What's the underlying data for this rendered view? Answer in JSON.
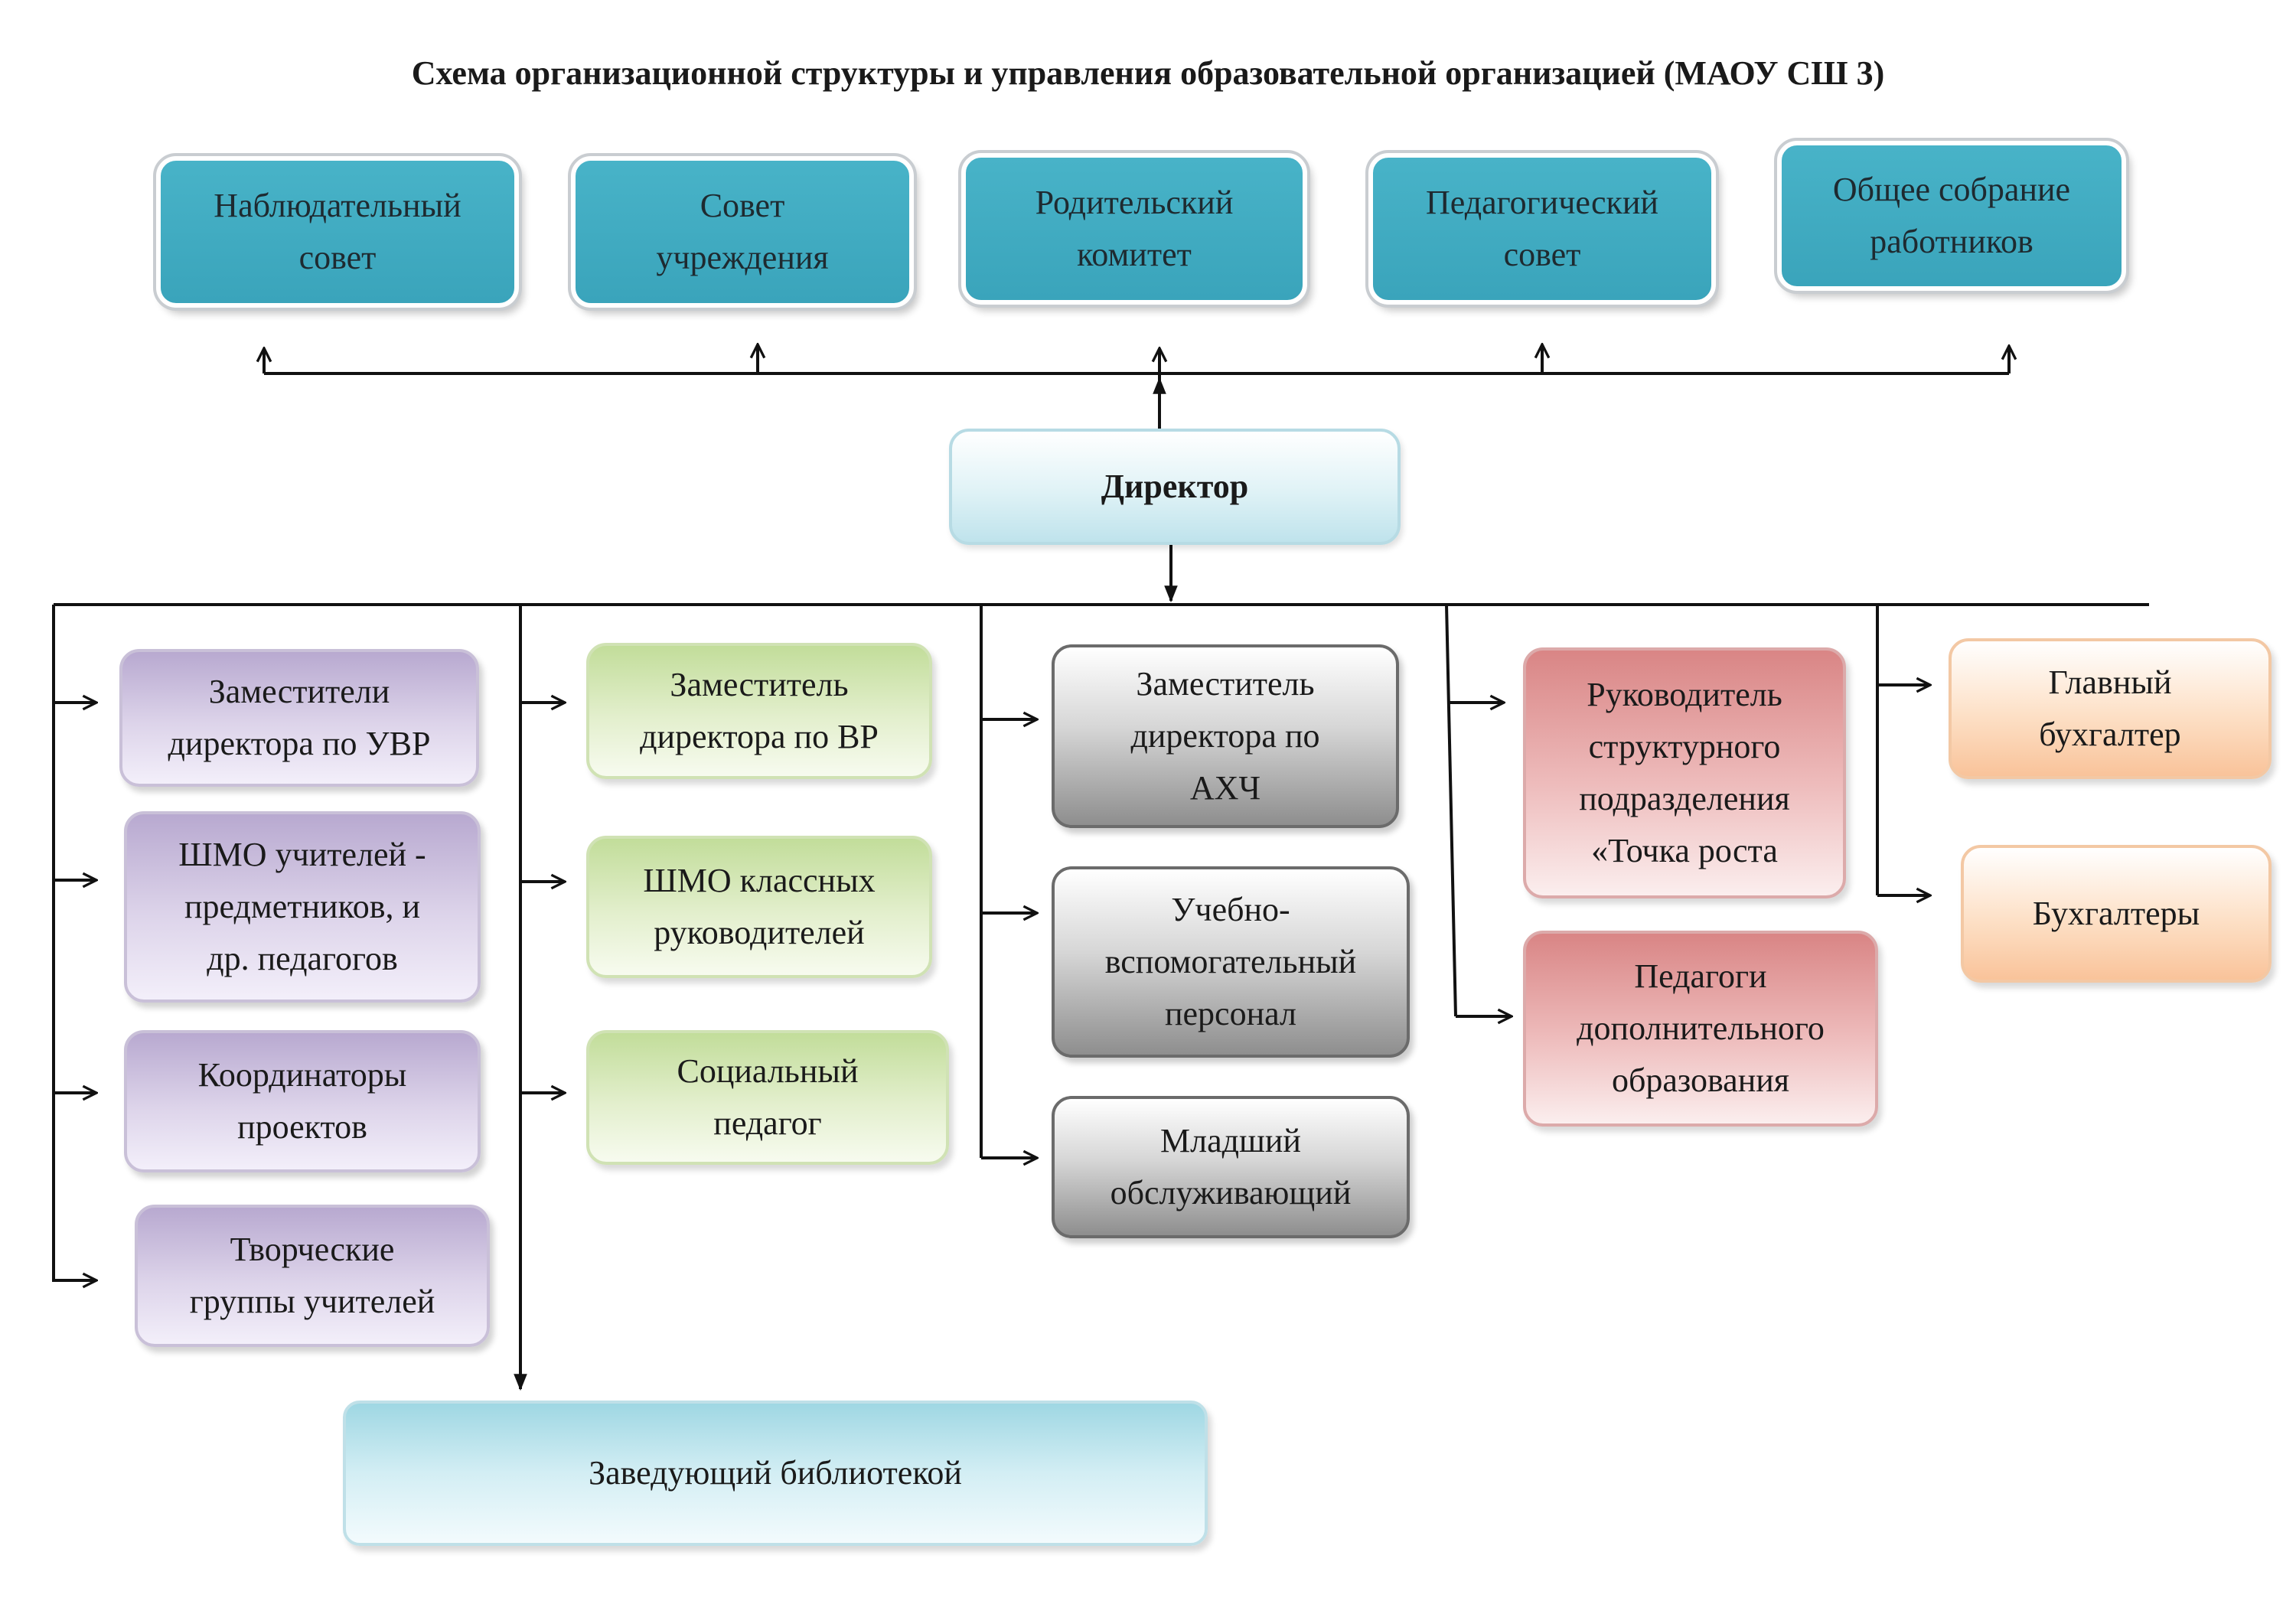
{
  "title": "Схема организационной структуры и управления образовательной организацией (МАОУ СШ 3)",
  "governance": [
    {
      "lines": [
        "Наблюдательный",
        "совет"
      ]
    },
    {
      "lines": [
        "Совет",
        "учреждения"
      ]
    },
    {
      "lines": [
        "Родительский",
        "комитет"
      ]
    },
    {
      "lines": [
        "Педагогический",
        "совет"
      ]
    },
    {
      "lines": [
        "Общее собрание",
        "работников"
      ]
    }
  ],
  "director": "Директор",
  "column_uvr": [
    {
      "lines": [
        "Заместители",
        "директора по УВР"
      ]
    },
    {
      "lines": [
        "ШМО учителей -",
        "предметников, и",
        "др. педагогов"
      ]
    },
    {
      "lines": [
        "Координаторы",
        "проектов"
      ]
    },
    {
      "lines": [
        "Творческие",
        "группы учителей"
      ]
    }
  ],
  "column_vr": [
    {
      "lines": [
        "Заместитель",
        "директора по ВР"
      ]
    },
    {
      "lines": [
        "ШМО классных",
        "руководителей"
      ]
    },
    {
      "lines": [
        "Социальный",
        "педагог"
      ]
    }
  ],
  "column_ahch": [
    {
      "lines": [
        "Заместитель",
        "директора по",
        "АХЧ"
      ]
    },
    {
      "lines": [
        "Учебно-",
        "вспомогательный",
        "персонал"
      ]
    },
    {
      "lines": [
        "Младший",
        "обслуживающий"
      ]
    }
  ],
  "column_growth": [
    {
      "lines": [
        "Руководитель",
        "структурного",
        "подразделения",
        "«Точка роста"
      ]
    },
    {
      "lines": [
        "Педагоги",
        "дополнительного",
        "образования"
      ]
    }
  ],
  "column_accounting": [
    {
      "lines": [
        "Главный",
        "бухгалтер"
      ]
    },
    {
      "lines": [
        "Бухгалтеры"
      ]
    }
  ],
  "library": "Заведующий библиотекой",
  "colors": {
    "governance": "#3aa4bb",
    "director": "#dff2f6",
    "uvr": "#ddd4ea",
    "vr": "#e3efcd",
    "ahch": "#a6a6a6",
    "growth": "#eebcbc",
    "accounting": "#fde0c6",
    "library": "#d3eef4"
  }
}
